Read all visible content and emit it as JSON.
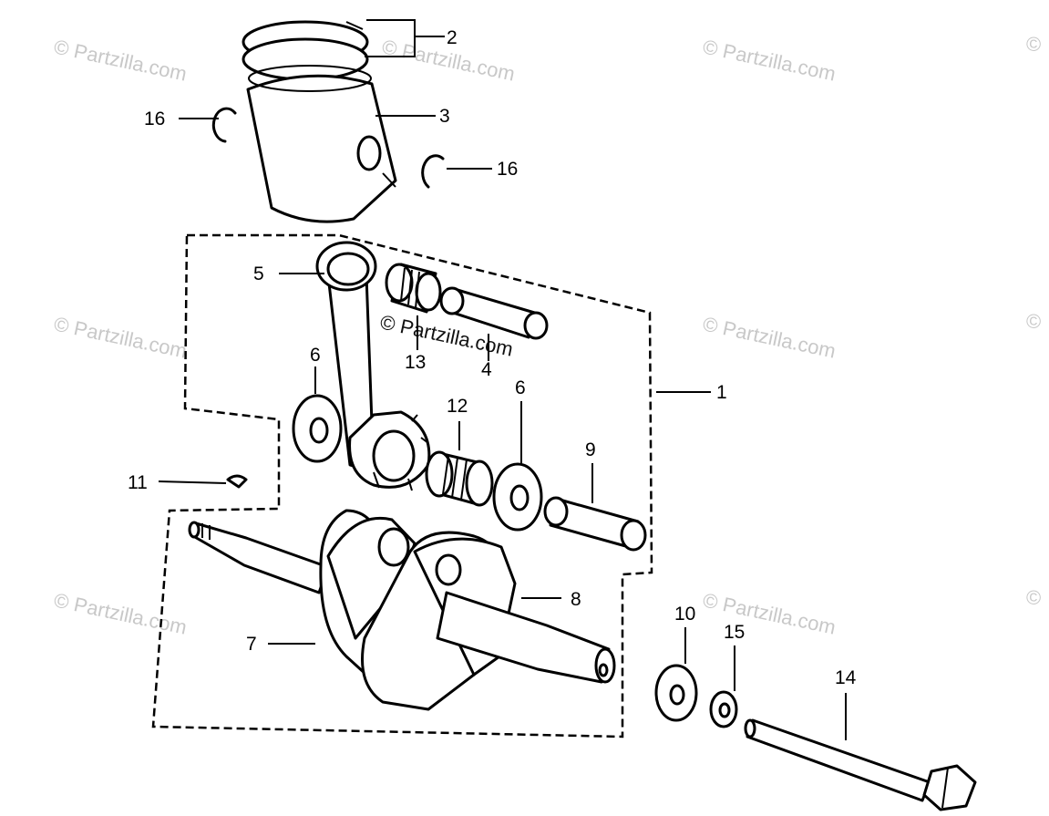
{
  "watermark": {
    "text": "© Partzilla.com",
    "short": "©"
  },
  "callouts": {
    "c1": "1",
    "c2": "2",
    "c3": "3",
    "c4": "4",
    "c5": "5",
    "c6a": "6",
    "c6b": "6",
    "c7": "7",
    "c8": "8",
    "c9": "9",
    "c10": "10",
    "c11": "11",
    "c12": "12",
    "c13": "13",
    "c14": "14",
    "c15": "15",
    "c16a": "16",
    "c16b": "16"
  },
  "colors": {
    "line": "#000000",
    "background": "#ffffff",
    "watermark": "#c8c8c8"
  }
}
